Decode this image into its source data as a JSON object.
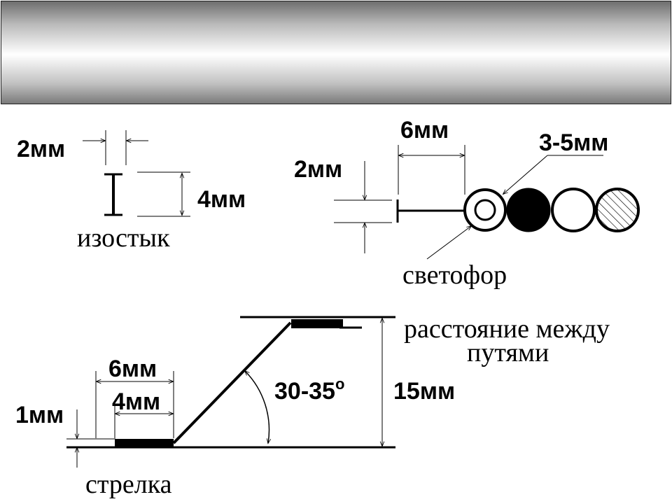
{
  "header": {
    "title": ""
  },
  "diagram": {
    "izostyk": {
      "caption": "изостык",
      "width_label": "2мм",
      "height_label": "4мм"
    },
    "svetofor": {
      "caption": "светофор",
      "mast_label": "6мм",
      "lens_label": "3-5мм",
      "height_label": "2мм"
    },
    "strelka": {
      "caption": "стрелка",
      "long_label": "6мм",
      "short_label": "4мм",
      "thickness_label": "1мм",
      "angle_label": "30-35",
      "angle_unit": "o",
      "spacing_label": "15мм",
      "spacing_caption_line1": "расстояние между",
      "spacing_caption_line2": "путями"
    }
  }
}
